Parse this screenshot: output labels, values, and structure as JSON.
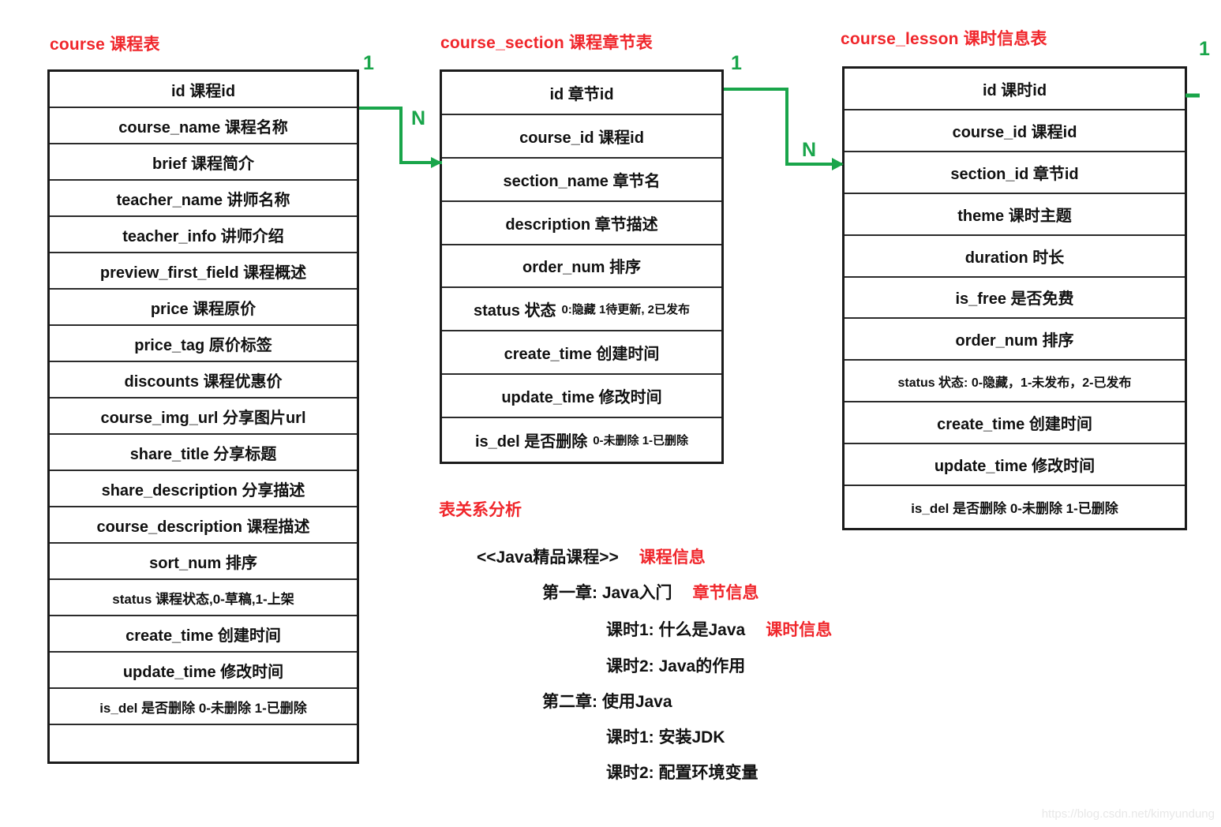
{
  "diagram": {
    "accent_red": "#f0262b",
    "connector_green": "#19a54a",
    "border_black": "#1b1b1b"
  },
  "tables": [
    {
      "title": "course 课程表",
      "name": "course",
      "rows": [
        {
          "text": "id  课程id"
        },
        {
          "text": "course_name  课程名称"
        },
        {
          "text": "brief  课程简介"
        },
        {
          "text": "teacher_name  讲师名称"
        },
        {
          "text": "teacher_info   讲师介绍"
        },
        {
          "text": "preview_first_field 课程概述"
        },
        {
          "text": "price 课程原价"
        },
        {
          "text": "price_tag  原价标签"
        },
        {
          "text": "discounts 课程优惠价"
        },
        {
          "text": "course_img_url  分享图片url"
        },
        {
          "text": "share_title  分享标题"
        },
        {
          "text": "share_description  分享描述"
        },
        {
          "text": "course_description  课程描述"
        },
        {
          "text": "sort_num  排序"
        },
        {
          "text": "status 课程状态,0-草稿,1-上架"
        },
        {
          "text": "create_time 创建时间"
        },
        {
          "text": "update_time 修改时间"
        },
        {
          "text": "is_del 是否删除 0-未删除 1-已删除"
        },
        {
          "text": ""
        }
      ]
    },
    {
      "title": "course_section 课程章节表",
      "name": "course_section",
      "rows": [
        {
          "text": "id   章节id"
        },
        {
          "text": "course_id   课程id"
        },
        {
          "text": "section_name  章节名"
        },
        {
          "text": "description  章节描述"
        },
        {
          "text": "order_num  排序"
        },
        {
          "text": "status 状态",
          "sub": "0:隐藏 1待更新, 2已发布"
        },
        {
          "text": "create_time 创建时间"
        },
        {
          "text": "update_time 修改时间"
        },
        {
          "text": "is_del 是否删除",
          "sub": "0-未删除 1-已删除"
        }
      ]
    },
    {
      "title": "course_lesson 课时信息表",
      "name": "course_lesson",
      "rows": [
        {
          "text": "id   课时id"
        },
        {
          "text": "course_id 课程id"
        },
        {
          "text": "section_id 章节id"
        },
        {
          "text": "theme  课时主题"
        },
        {
          "text": "duration  时长"
        },
        {
          "text": "is_free   是否免费"
        },
        {
          "text": "order_num 排序"
        },
        {
          "text": "status  状态: 0-隐藏，1-未发布，2-已发布"
        },
        {
          "text": "create_time 创建时间"
        },
        {
          "text": "update_time 修改时间"
        },
        {
          "text": "is_del 是否删除 0-未删除 1-已删除"
        }
      ]
    }
  ],
  "connectors": [
    {
      "from": "course",
      "to": "course_section",
      "one": "1",
      "many": "N"
    },
    {
      "from": "course_section",
      "to": "course_lesson",
      "one": "1",
      "many": "N"
    },
    {
      "from": "course_lesson",
      "to": "",
      "one": "1",
      "many": ""
    }
  ],
  "analysis": {
    "title": "表关系分析",
    "lines": [
      {
        "text": "<<Java精品课程>>",
        "tag": "课程信息"
      },
      {
        "text": "第一章:  Java入门",
        "tag": "章节信息"
      },
      {
        "text": "课时1: 什么是Java",
        "tag": "课时信息"
      },
      {
        "text": "课时2: Java的作用",
        "tag": ""
      },
      {
        "text": "第二章:  使用Java",
        "tag": ""
      },
      {
        "text": "课时1: 安装JDK",
        "tag": ""
      },
      {
        "text": "课时2: 配置环境变量",
        "tag": ""
      }
    ]
  },
  "watermark": "https://blog.csdn.net/kimyundung"
}
